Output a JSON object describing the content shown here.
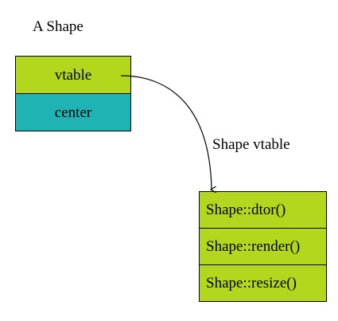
{
  "colors": {
    "lime": "#b3d71c",
    "teal": "#1fb4b3",
    "line": "#000000"
  },
  "shape_object": {
    "title": "A Shape",
    "fields": [
      {
        "label": "vtable",
        "color": "lime"
      },
      {
        "label": "center",
        "color": "teal"
      }
    ]
  },
  "vtable": {
    "title": "Shape vtable",
    "entries": [
      {
        "label": "Shape::dtor()"
      },
      {
        "label": "Shape::render()"
      },
      {
        "label": "Shape::resize()"
      }
    ]
  }
}
